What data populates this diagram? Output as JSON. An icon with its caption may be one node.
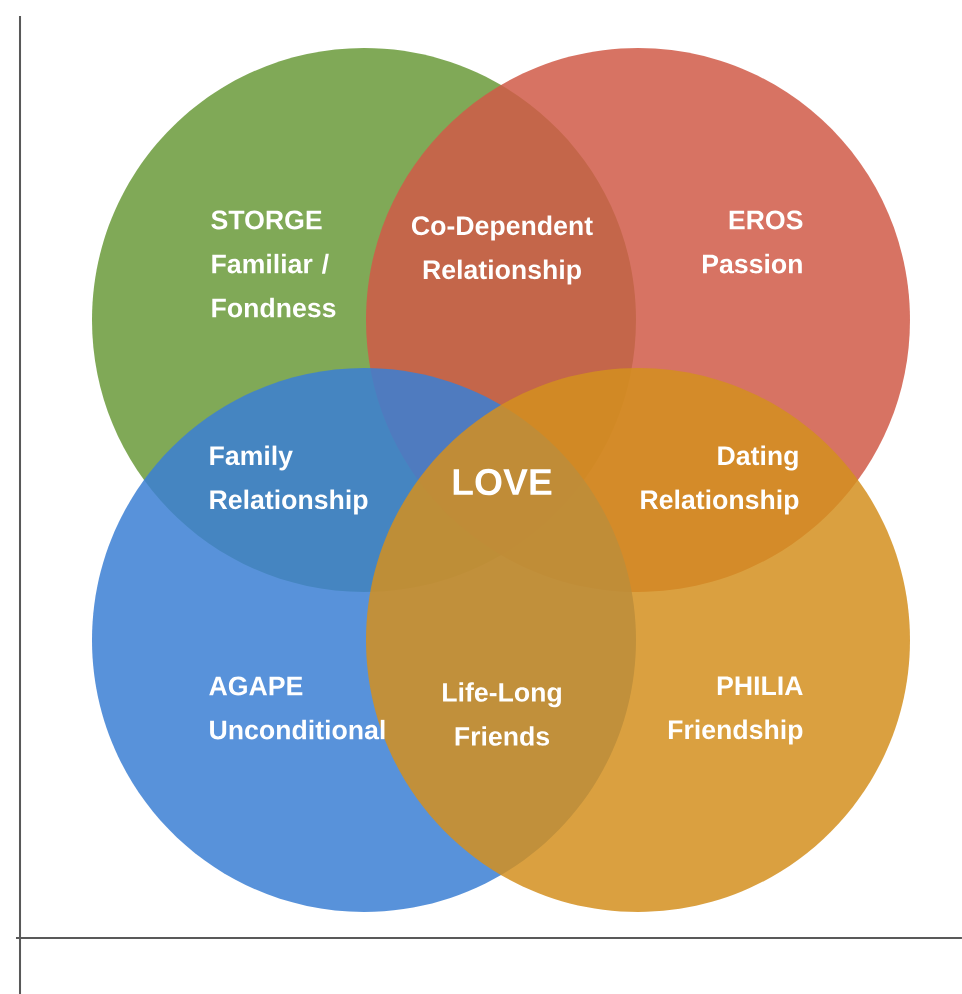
{
  "diagram": {
    "nodes": [
      {
        "text": [
          "STORGE",
          "Familiar / Fondness"
        ]
      },
      {
        "text": [
          "EROS",
          "Passion"
        ]
      },
      {
        "text": [
          "AGAPE",
          "Unconditional"
        ]
      },
      {
        "text": [
          "PHILIA",
          "Friendship"
        ]
      }
    ],
    "labels": [
      "Co-Dependent Relationship",
      "Family Relationship",
      "LOVE",
      "Dating Relationship",
      "Life-Long Friends"
    ]
  }
}
